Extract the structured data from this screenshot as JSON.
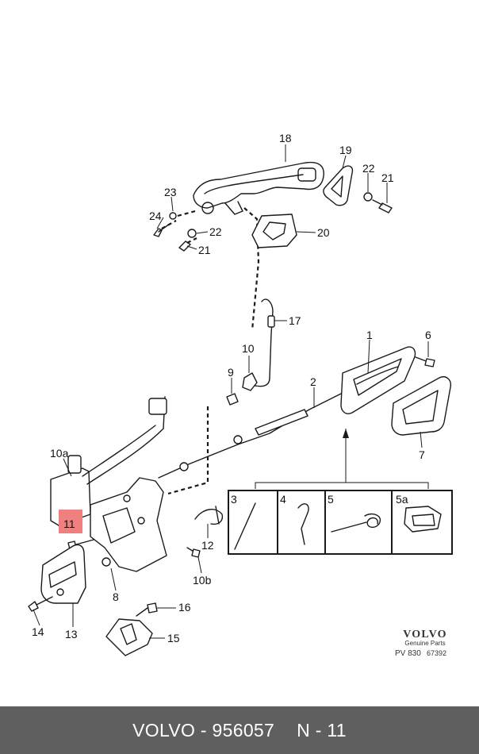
{
  "diagram": {
    "labels": [
      "18",
      "19",
      "22",
      "21",
      "23",
      "24",
      "22",
      "21",
      "20",
      "17",
      "10",
      "1",
      "6",
      "9",
      "2",
      "10a",
      "11",
      "12",
      "10b",
      "8",
      "14",
      "13",
      "16",
      "15",
      "7",
      "3",
      "4",
      "5",
      "5a"
    ],
    "highlight_color": "#f08080",
    "brand": {
      "name": "VOLVO",
      "sub": "Genuine Parts",
      "code": "PV 830",
      "code_small": "67392"
    }
  },
  "footer": {
    "part": "VOLVO - 956057",
    "ref": "N - 11"
  }
}
